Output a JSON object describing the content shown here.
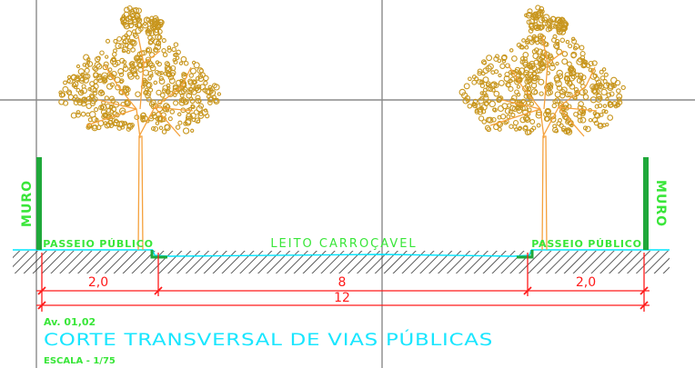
{
  "labels": {
    "muro_left": "MURO",
    "muro_right": "MURO",
    "passeio_left": "PASSEIO PÚBLICO",
    "passeio_right": "PASSEIO PÚBLICO",
    "leito": "LEITO CARROÇAVEL"
  },
  "dimensions": {
    "left_sidewalk": "2,0",
    "roadway": "8",
    "right_sidewalk": "2,0",
    "total": "12"
  },
  "title_block": {
    "reference": "Av. 01,02",
    "title": "CORTE TRANSVERSAL DE VIAS PÚBLICAS",
    "scale": "ESCALA - 1/75"
  },
  "colors": {
    "wall": "#1fa83a",
    "label_green": "#39e639",
    "ground_line": "#00e5ff",
    "dimension": "#ff1a1a",
    "hatch": "#333333",
    "tree_trunk": "#f5a13c",
    "foliage": "#c8961e",
    "grid": "#808080",
    "title": "#19e6ff"
  }
}
